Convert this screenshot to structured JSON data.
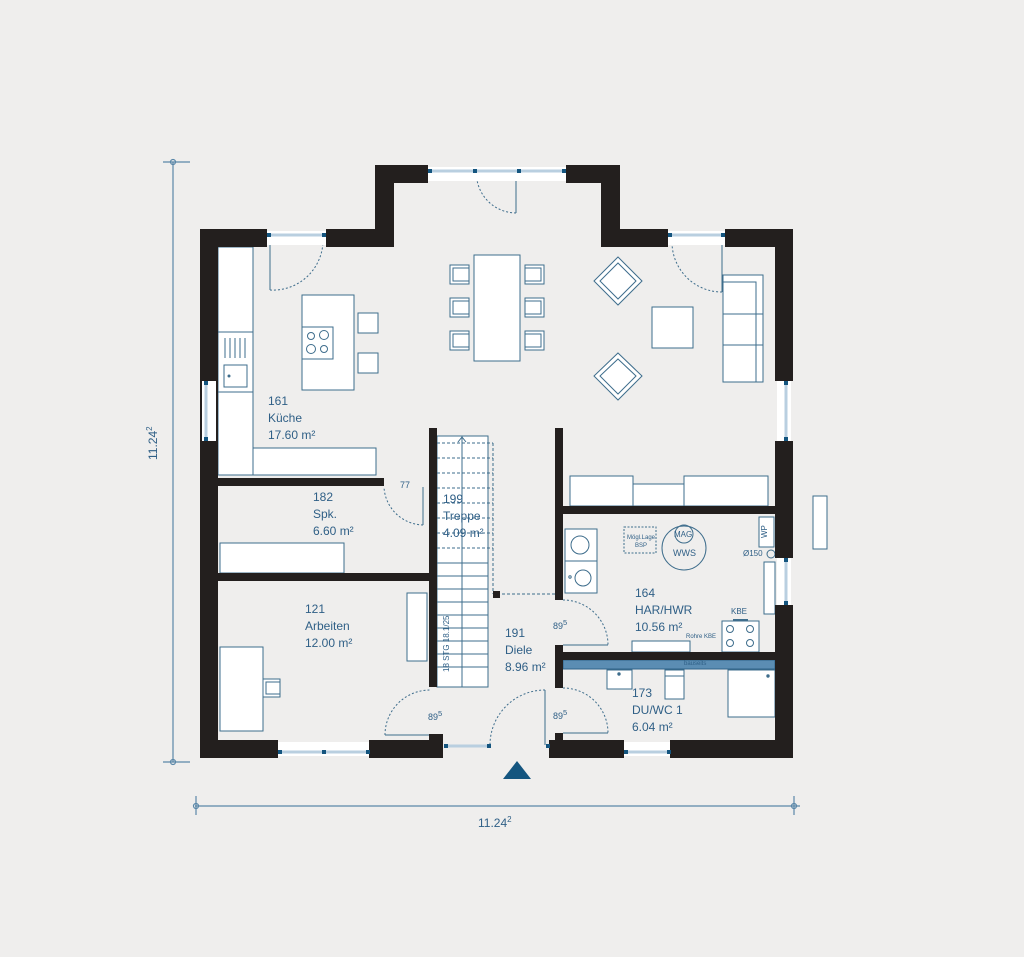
{
  "plan": {
    "dimensions": {
      "width": "11.24",
      "width_sup": "2",
      "depth": "11.24",
      "depth_sup": "2"
    },
    "rooms": [
      {
        "number": "161",
        "name": "Küche",
        "area": "17.60 m²"
      },
      {
        "number": "182",
        "name": "Spk.",
        "area": "6.60 m²"
      },
      {
        "number": "199",
        "name": "Treppe",
        "area": "4.09 m²"
      },
      {
        "number": "121",
        "name": "Arbeiten",
        "area": "12.00 m²"
      },
      {
        "number": "191",
        "name": "Diele",
        "area": "8.96 m²"
      },
      {
        "number": "164",
        "name": "HAR/HWR",
        "area": "10.56 m²"
      },
      {
        "number": "173",
        "name": "DU/WC 1",
        "area": "6.04 m²"
      }
    ],
    "door_widths": {
      "spk": "77",
      "arbeiten": "89",
      "arbeiten_sup": "5",
      "har": "89",
      "har_sup": "5",
      "duwc": "89",
      "duwc_sup": "5"
    },
    "annotations": {
      "stairs": "18 STG 18.1/25",
      "mag": "MAG",
      "wws": "WWS",
      "bsp_line1": "Mögl.Lage",
      "bsp_line2": "BSP",
      "wp": "WP",
      "flue": "Ø150",
      "kbe": "KBE",
      "rohre_kbe": "Rohre KBE",
      "bauseits": "bauseits"
    },
    "colors": {
      "background": "#efeeed",
      "wall": "#231f1e",
      "line": "#3e6d8c",
      "window": "#b9cfe0",
      "accent": "#14557f",
      "text": "#2f5f86"
    }
  }
}
